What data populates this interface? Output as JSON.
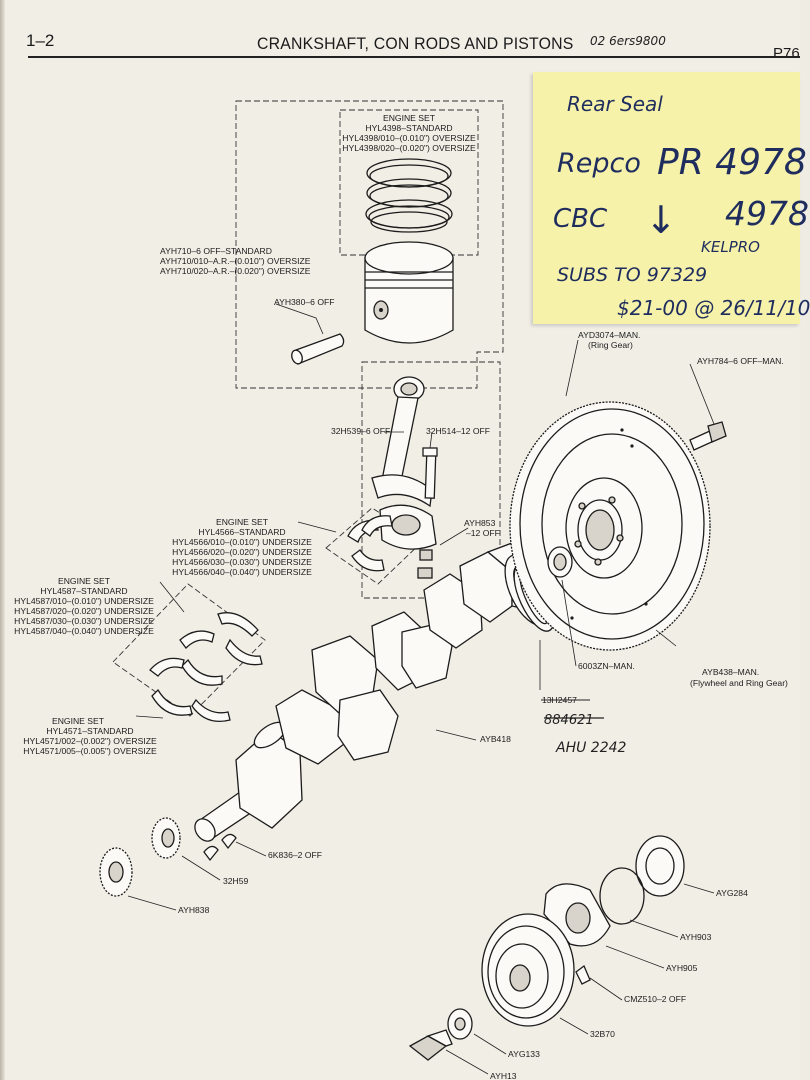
{
  "header": {
    "page_number": "1–2",
    "title": "CRANKSHAFT, CON RODS AND PISTONS",
    "page_code": "P76",
    "handwritten_note": "02 6ers9800"
  },
  "sticky_note": {
    "line1": "Rear Seal",
    "line2a": "Repco",
    "line2b": "PR 4978",
    "line3a": "CBC",
    "line3b": "4978",
    "arrow": "↓",
    "line4": "KELPRO",
    "line5": "SUBS TO 97329",
    "line6": "$21-00 @ 26/11/10"
  },
  "parts": {
    "piston_set": {
      "title": "ENGINE SET",
      "lines": [
        "HYL4398–STANDARD",
        "HYL4398/010–(0.010\") OVERSIZE",
        "HYL4398/020–(0.020\") OVERSIZE"
      ]
    },
    "piston": {
      "lines": [
        "AYH710–6 OFF–STANDARD",
        "AYH710/010–A.R.–(0.010\") OVERSIZE",
        "AYH710/020–A.R.–(0.020\") OVERSIZE"
      ]
    },
    "gudgeon_pin": "AYH380–6 OFF",
    "con_rod": "32H539–6 OFF",
    "rod_bolt": "32H514–12 OFF",
    "rod_nut": "AYH853",
    "rod_nut_qty": "–12 OFF",
    "rod_bearing_set": {
      "title": "ENGINE SET",
      "lines": [
        "HYL4566–STANDARD",
        "HYL4566/010–(0.010\") UNDERSIZE",
        "HYL4566/020–(0.020\") UNDERSIZE",
        "HYL4566/030–(0.030\") UNDERSIZE",
        "HYL4566/040–(0.040\") UNDERSIZE"
      ]
    },
    "main_bearing_set": {
      "title": "ENGINE SET",
      "lines": [
        "HYL4587–STANDARD",
        "HYL4587/010–(0.010\") UNDERSIZE",
        "HYL4587/020–(0.020\") UNDERSIZE",
        "HYL4587/030–(0.030\") UNDERSIZE",
        "HYL4587/040–(0.040\") UNDERSIZE"
      ]
    },
    "thrust_washer_set": {
      "title": "ENGINE SET",
      "lines": [
        "HYL4571–STANDARD",
        "HYL4571/002–(0.002\") OVERSIZE",
        "HYL4571/005–(0.005\") OVERSIZE"
      ]
    },
    "ring_gear": "AYD3074–MAN.",
    "ring_gear_desc": "(Ring Gear)",
    "flywheel_bolt": "AYH784–6 OFF–MAN.",
    "spigot_bearing": "6003ZN–MAN.",
    "flywheel": "AYB438–MAN.",
    "flywheel_desc": "(Flywheel and Ring Gear)",
    "rear_seal": "13H2457",
    "rear_seal_alt": "884621",
    "rear_seal_hand": "AHU 2242",
    "crankshaft": "AYB418",
    "woodruff_key": "6K836–2 OFF",
    "crank_sprocket": "32H59",
    "oil_thrower": "AYH838",
    "timing_seal": "AYG284",
    "gasket": "AYH903",
    "timing_cover": "AYH905",
    "screw": "CMZ510–2 OFF",
    "pulley": "32B70",
    "washer": "AYG133",
    "bolt": "AYH13"
  }
}
